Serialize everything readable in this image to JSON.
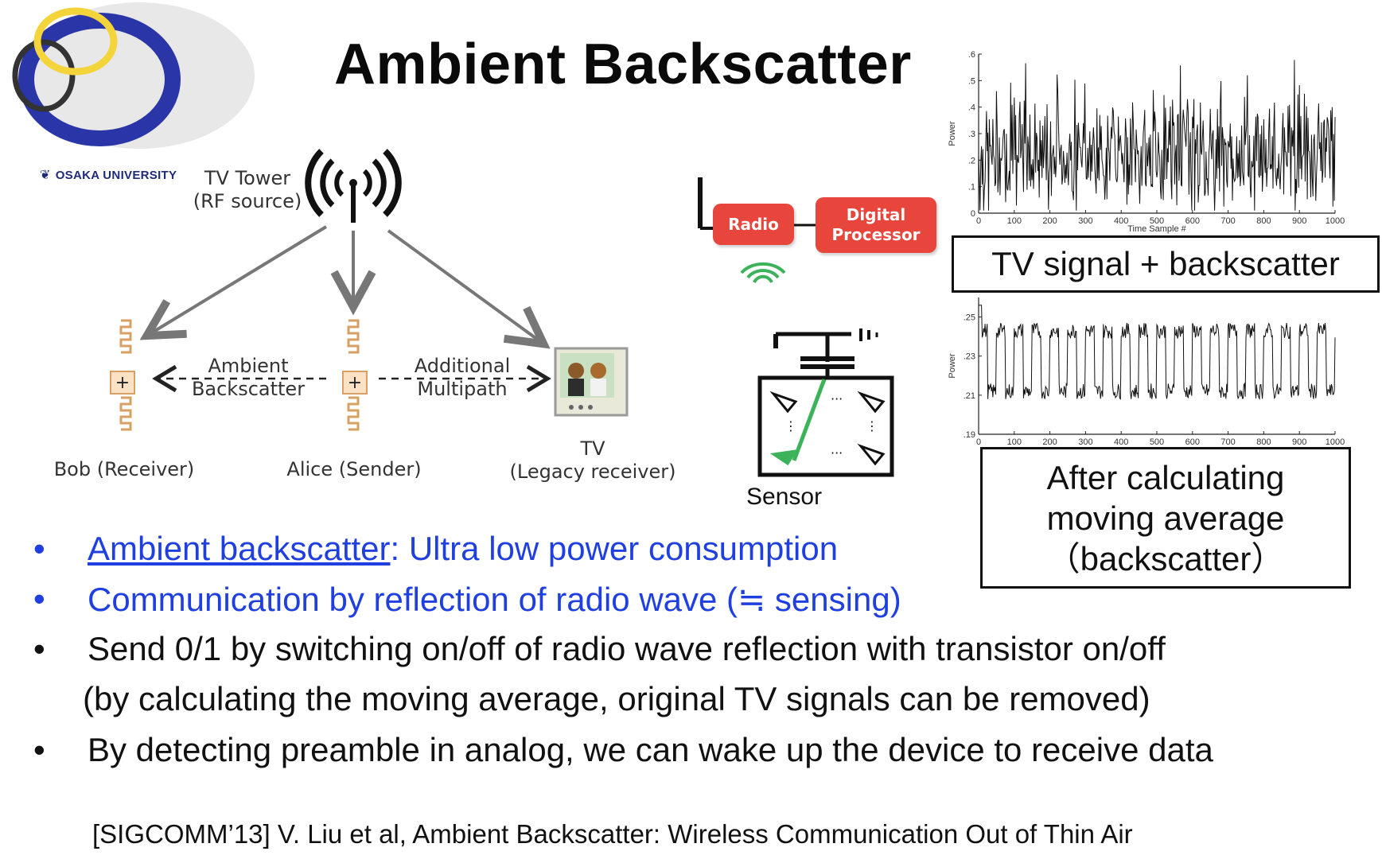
{
  "slide": {
    "title": "Ambient Backscatter",
    "logo_text": "OSAKA UNIVERSITY"
  },
  "diagram": {
    "tv_tower_label": [
      "TV Tower",
      "(RF source)"
    ],
    "ambient_backscatter_label": [
      "Ambient",
      "Backscatter"
    ],
    "additional_multipath_label": [
      "Additional",
      "Multipath"
    ],
    "bob_label": "Bob (Receiver)",
    "alice_label": "Alice (Sender)",
    "tv_label": [
      "TV",
      "(Legacy receiver)"
    ],
    "radio_label": "Radio",
    "digital_processor_label": [
      "Digital",
      "Processor"
    ],
    "sensor_label": "Sensor"
  },
  "chart_data": [
    {
      "type": "line",
      "ylabel": "Power",
      "xlabel": "Time Sample #",
      "xlim": [
        0,
        1000
      ],
      "ylim": [
        0,
        0.6
      ],
      "xticks": [
        0,
        100,
        200,
        300,
        400,
        500,
        600,
        700,
        800,
        900,
        1000
      ],
      "yticks": [
        0,
        0.1,
        0.2,
        0.3,
        0.4,
        0.5,
        0.6
      ],
      "description_box": "TV signal + backscatter",
      "series": [
        {
          "baseline": 0.22,
          "noise_amplitude": 0.18,
          "peak_max": 0.58
        }
      ]
    },
    {
      "type": "line",
      "ylabel": "Power",
      "xlim": [
        0,
        1000
      ],
      "ylim": [
        0.19,
        0.26
      ],
      "xticks": [
        0,
        100,
        200,
        300,
        400,
        500,
        600,
        700,
        800,
        900,
        1000
      ],
      "yticks": [
        0.19,
        0.21,
        0.23,
        0.25
      ],
      "description_box": [
        "After calculating",
        "moving average",
        "（backscatter）"
      ],
      "series": [
        {
          "high": 0.243,
          "low": 0.212,
          "cycles": 20
        }
      ]
    }
  ],
  "bullets": {
    "b1_link": "Ambient backscatter",
    "b1_rest": ": Ultra low power consumption",
    "b2": "Communication by reflection of radio wave (≒ sensing)",
    "b3": "Send 0/1 by switching on/off of radio wave reflection with transistor on/off",
    "b3_cont": "(by calculating the moving average, original TV signals can be removed)",
    "b4": "By detecting preamble in analog, we can wake up the device to receive data",
    "marker": "•"
  },
  "citation": "[SIGCOMM’13] V. Liu et al, Ambient Backscatter: Wireless Communication Out of Thin Air",
  "colors": {
    "blue_text": "#1f3fe0",
    "chip_red": "#e8453c",
    "logo_navy": "#1e2a7a",
    "logo_yellow": "#f3d43a",
    "sensor_green": "#3cb35a"
  },
  "icons": [
    "osaka-logo-icon",
    "tv-tower-icon",
    "tag-antenna-icon",
    "tv-set-icon",
    "antenna-icon",
    "wifi-icon",
    "sensor-circuit-icon"
  ]
}
